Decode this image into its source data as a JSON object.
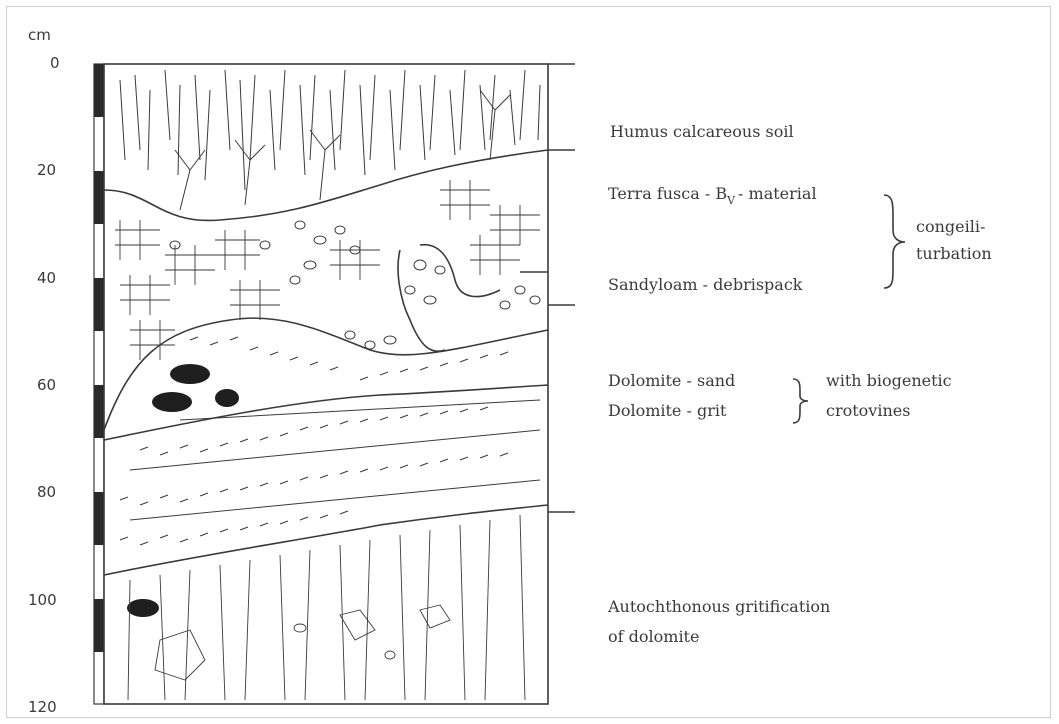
{
  "axis": {
    "unit": "cm",
    "ticks": [
      "0",
      "20",
      "40",
      "60",
      "80",
      "100",
      "120"
    ]
  },
  "labels": {
    "humus": "Humus calcareous soil",
    "terra_main": "Terra fusca - B",
    "terra_sub": "V",
    "terra_tail": "- material",
    "sandyloam": "Sandyloam - debrispack",
    "congeli_1": "congeili-",
    "congeli_2": "turbation",
    "dolomite_sand": "Dolomite - sand",
    "dolomite_grit": "Dolomite - grit",
    "biogenetic_1": "with biogenetic",
    "biogenetic_2": "crotovines",
    "autochthonous_1": "Autochthonous gritification",
    "autochthonous_2": "of dolomite"
  },
  "colors": {
    "ink": "#3a3a3a",
    "frame": "#cfcfcf"
  }
}
